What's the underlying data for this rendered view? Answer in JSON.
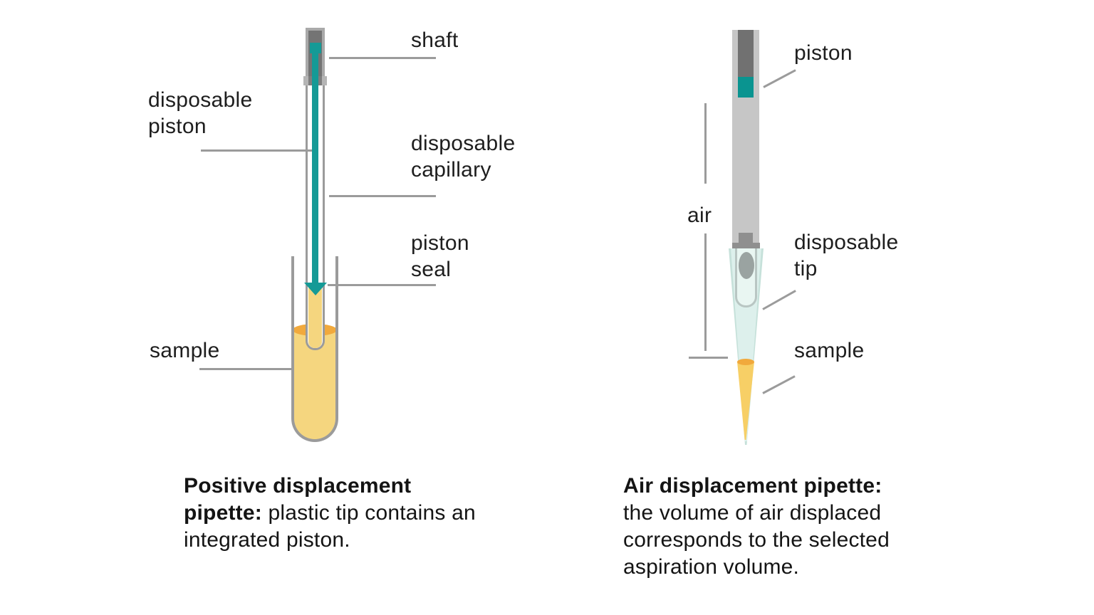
{
  "colors": {
    "teal": "#159a96",
    "teal-dark": "#0a9490",
    "line-gray": "#9b9b9b",
    "shaft-gray": "#c6c6c6",
    "dark-gray": "#717171",
    "sample-yellow": "#f5d67f",
    "surface-orange": "#f1a93c",
    "tip-mint": "#ddf0ec",
    "tip-yellow": "#f7cf66"
  },
  "left_pipette": {
    "labels": {
      "shaft": "shaft",
      "disposable_piston": "disposable\npiston",
      "disposable_capillary": "disposable\ncapillary",
      "piston_seal": "piston\nseal",
      "sample": "sample"
    },
    "caption": {
      "bold1": "Positive displacement",
      "bold2": "pipette:",
      "text2": " plastic tip contains an",
      "text3": "integrated piston."
    }
  },
  "right_pipette": {
    "labels": {
      "piston": "piston",
      "air": "air",
      "disposable_tip": "disposable\ntip",
      "sample": "sample"
    },
    "caption": {
      "bold1": "Air displacement pipette:",
      "text2": "the volume of air displaced",
      "text3": "corresponds to the selected",
      "text4": "aspiration volume."
    }
  }
}
